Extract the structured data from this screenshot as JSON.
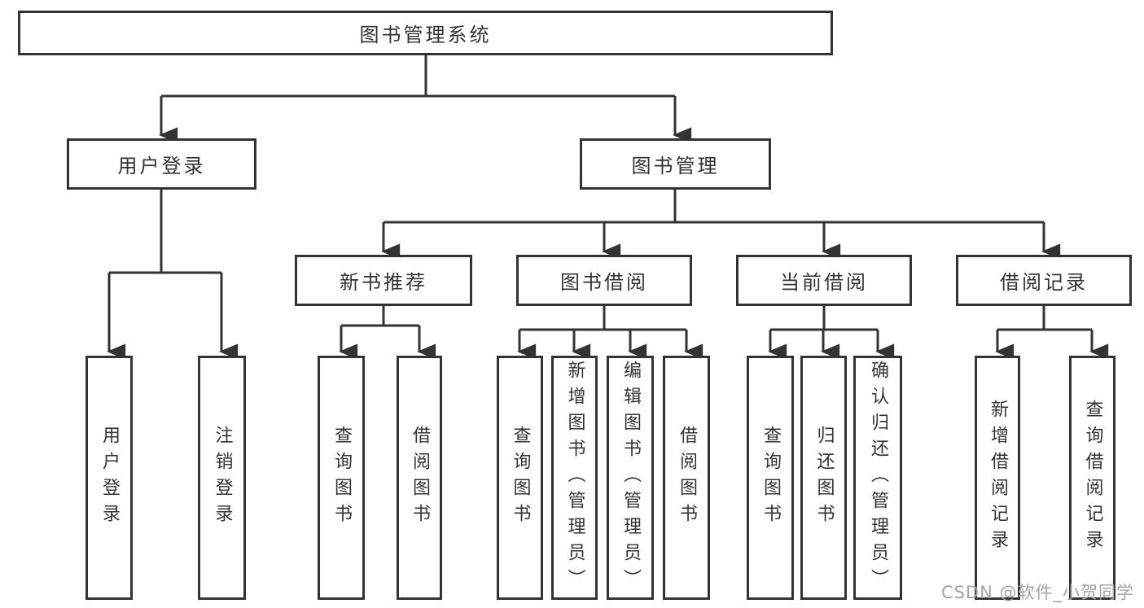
{
  "diagram": {
    "tree": {
      "label": "图书管理系统",
      "children": [
        {
          "label": "用户登录",
          "children": [
            {
              "label": "用户登录"
            },
            {
              "label": "注销登录"
            }
          ]
        },
        {
          "label": "图书管理",
          "children": [
            {
              "label": "新书推荐",
              "children": [
                {
                  "label": "查询图书"
                },
                {
                  "label": "借阅图书"
                }
              ]
            },
            {
              "label": "图书借阅",
              "children": [
                {
                  "label": "查询图书"
                },
                {
                  "label": "新增图书（管理员）"
                },
                {
                  "label": "编辑图书（管理员）"
                },
                {
                  "label": "借阅图书"
                }
              ]
            },
            {
              "label": "当前借阅",
              "children": [
                {
                  "label": "查询图书"
                },
                {
                  "label": "归还图书"
                },
                {
                  "label": "确认归还（管理员）"
                }
              ]
            },
            {
              "label": "借阅记录",
              "children": [
                {
                  "label": "新增借阅记录"
                },
                {
                  "label": "查询借阅记录"
                }
              ]
            }
          ]
        }
      ]
    },
    "colors": {
      "line": "#333333",
      "box_background": "#ffffff",
      "text": "#333333",
      "watermark_text_color": "#a3a3a3"
    }
  },
  "watermark": {
    "text": "CSDN @软件_小贺同学"
  }
}
